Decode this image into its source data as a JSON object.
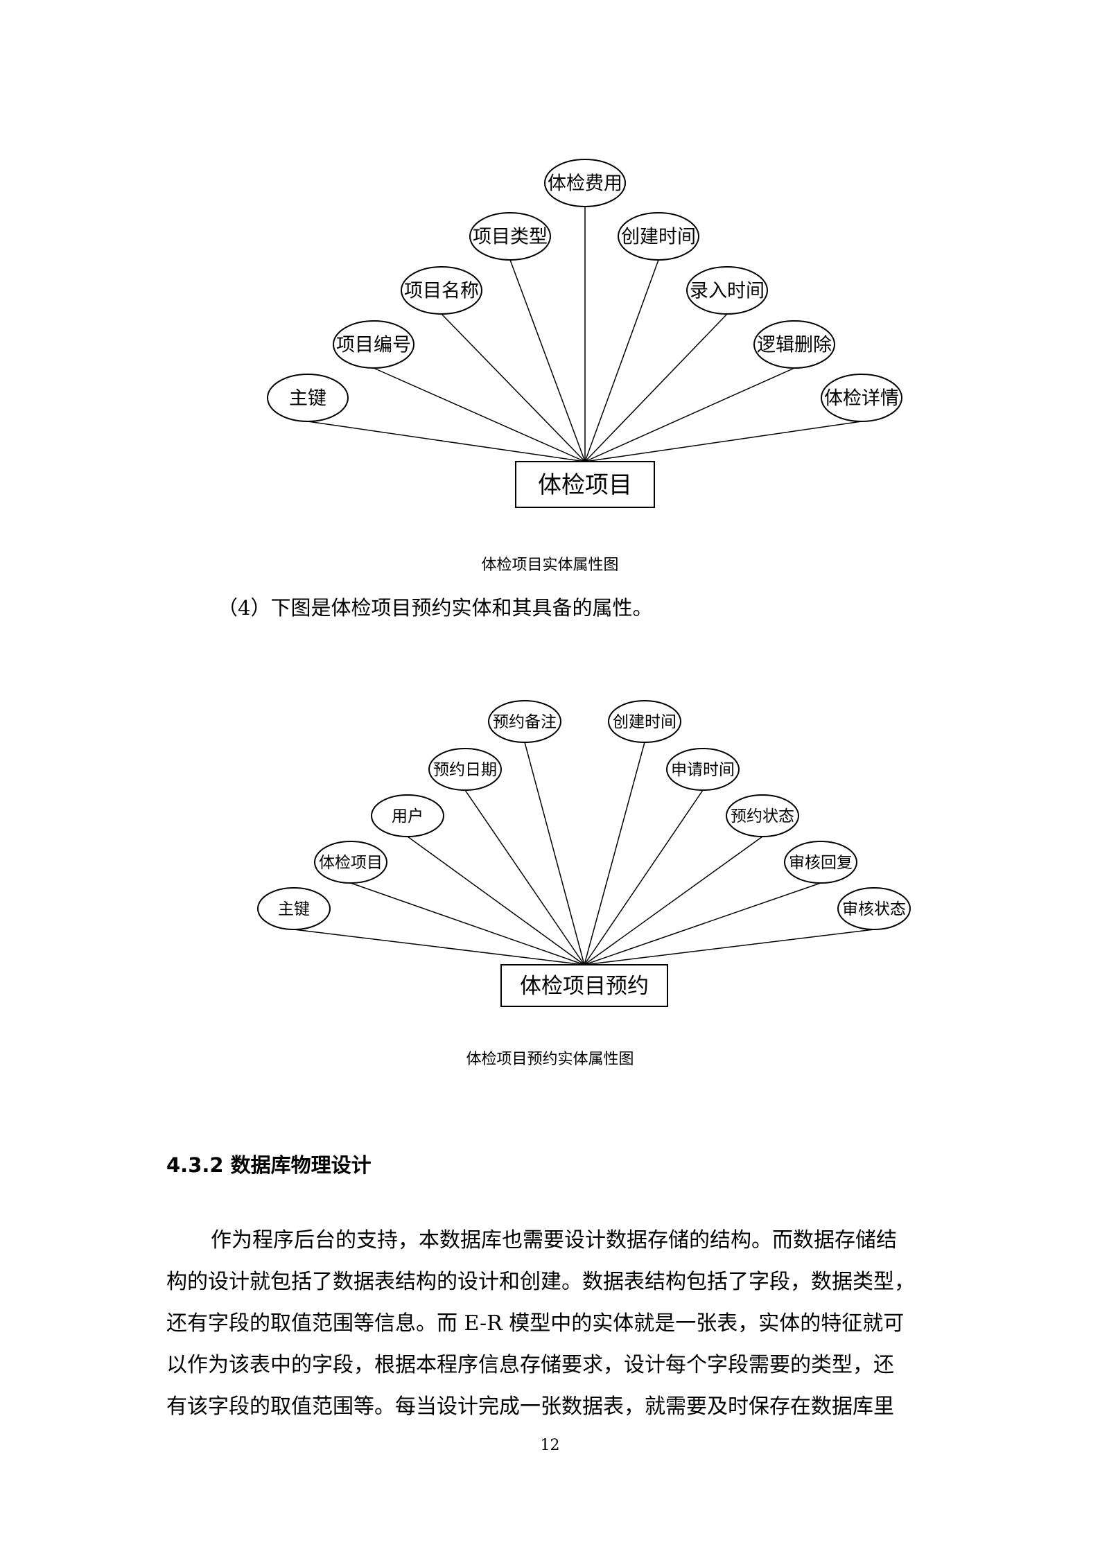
{
  "diagram1": {
    "center": "体检项目",
    "attributes": [
      "主键",
      "项目编号",
      "项目名称",
      "项目类型",
      "体检费用",
      "创建时间",
      "录入时间",
      "逻辑删除",
      "体检详情"
    ],
    "caption": "体检项目实体属性图"
  },
  "intro_text": "（4）下图是体检项目预约实体和其具备的属性。",
  "diagram2": {
    "center": "体检项目预约",
    "attributes": [
      "主键",
      "体检项目",
      "用户",
      "预约日期",
      "预约备注",
      "创建时间",
      "申请时间",
      "预约状态",
      "审核回复",
      "审核状态"
    ],
    "caption": "体检项目预约实体属性图"
  },
  "section": {
    "heading": "4.3.2 数据库物理设计",
    "paragraph_lines": [
      "作为程序后台的支持，本数据库也需要设计数据存储的结构。而数据存储结",
      "构的设计就包括了数据表结构的设计和创建。数据表结构包括了字段，数据类型，",
      "还有字段的取值范围等信息。而 E-R 模型中的实体就是一张表，实体的特征就可",
      "以作为该表中的字段，根据本程序信息存储要求，设计每个字段需要的类型，还",
      "有该字段的取值范围等。每当设计完成一张数据表，就需要及时保存在数据库里"
    ]
  },
  "page_number": "12"
}
